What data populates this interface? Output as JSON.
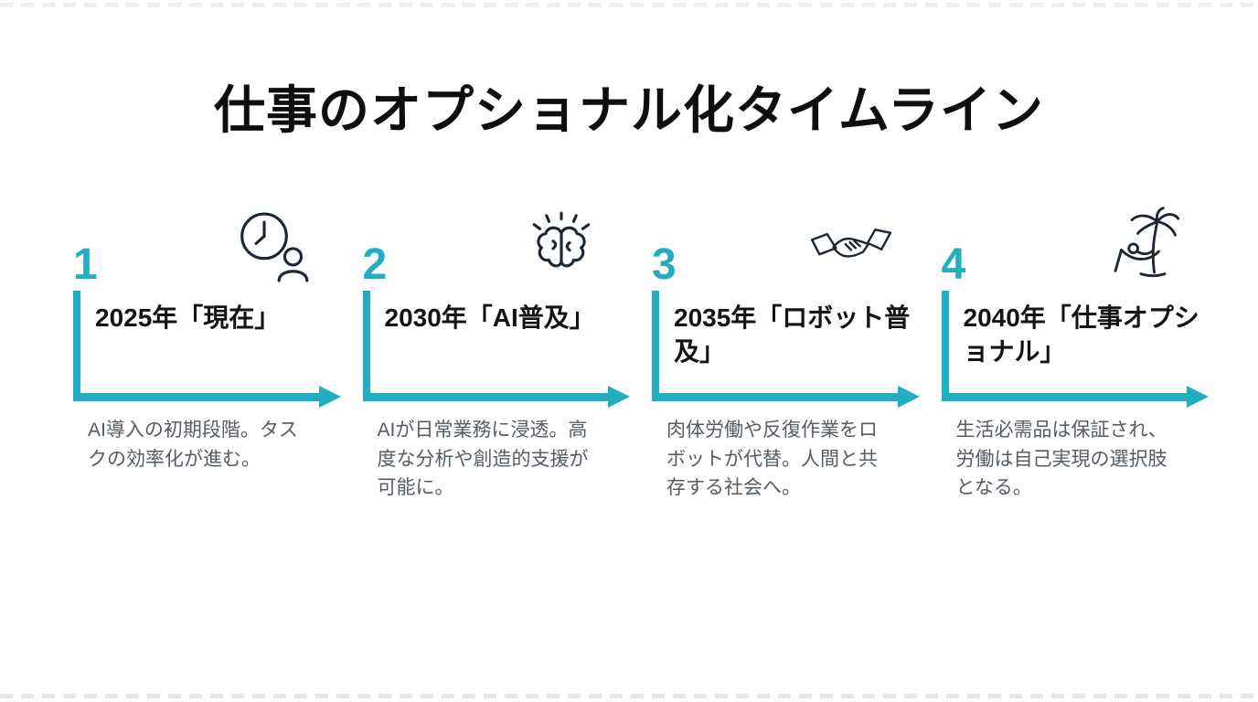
{
  "page": {
    "title": "仕事のオプショナル化タイムライン"
  },
  "theme": {
    "accent_color": "#22AEC2",
    "title_color": "#0E0E0E",
    "step_title_color": "#141414",
    "description_color": "#565C63",
    "icon_color": "#1C2733",
    "background": "#FFFFFF"
  },
  "steps": [
    {
      "number": "1",
      "icon": "clock-person-icon",
      "title": "2025年「現在」",
      "desc": "AI導入の初期段階。タスクの効率化が進む。"
    },
    {
      "number": "2",
      "icon": "brain-icon",
      "title": "2030年「AI普及」",
      "desc": "AIが日常業務に浸透。高度な分析や創造的支援が可能に。"
    },
    {
      "number": "3",
      "icon": "handshake-icon",
      "title": "2035年「ロボット普及」",
      "desc": "肉体労働や反復作業をロボットが代替。人間と共存する社会へ。"
    },
    {
      "number": "4",
      "icon": "palm-hammock-icon",
      "title": "2040年「仕事オプショナル」",
      "desc": "生活必需品は保証され、労働は自己実現の選択肢となる。"
    }
  ]
}
